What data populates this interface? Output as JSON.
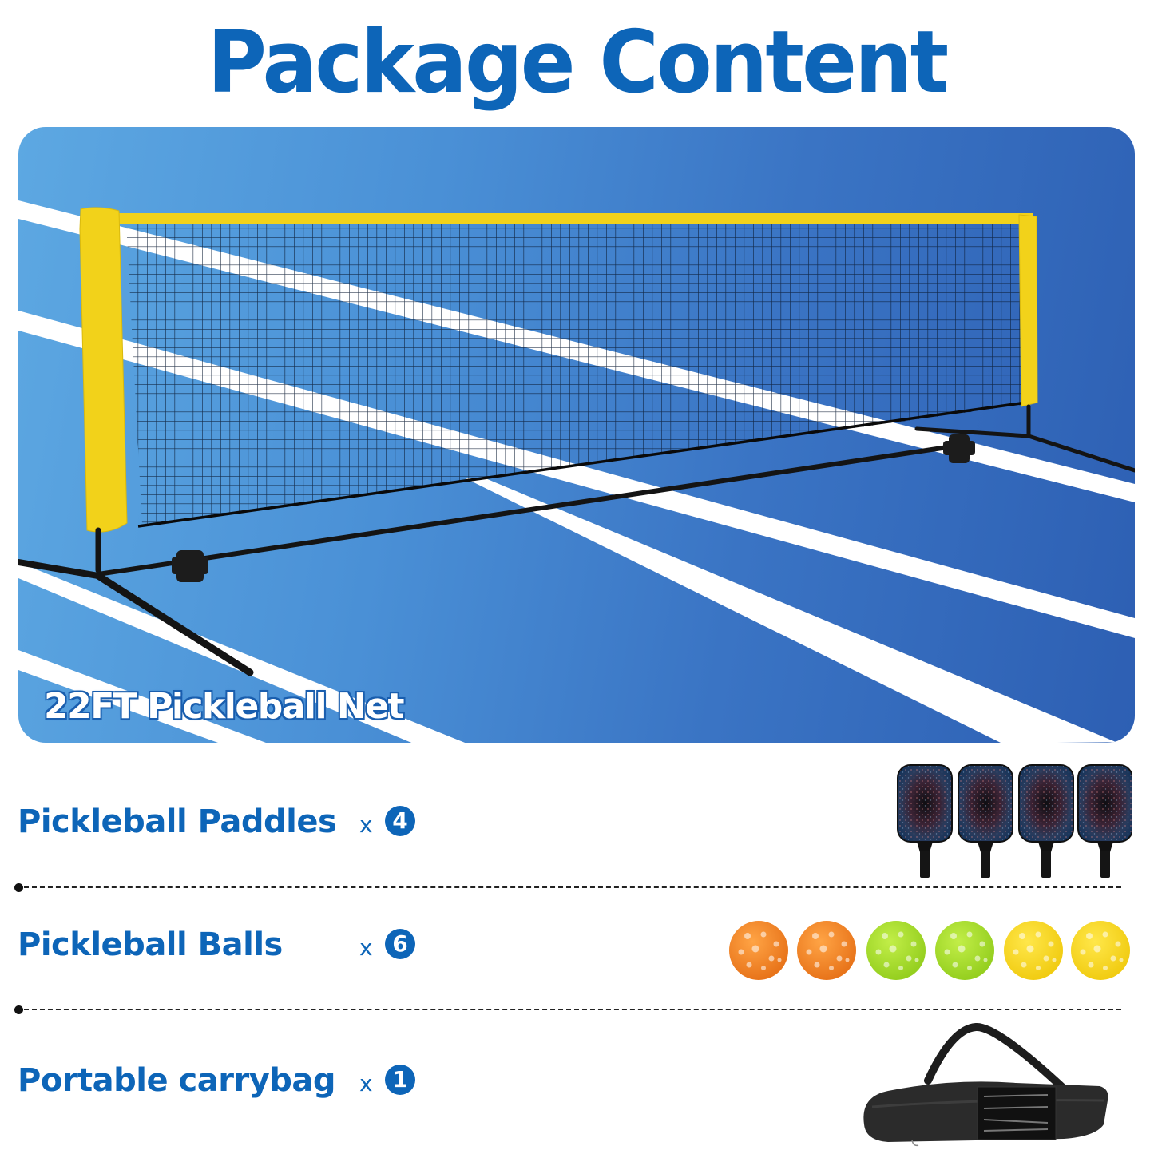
{
  "header": {
    "title": "Package Content"
  },
  "hero": {
    "caption": "22FT Pickleball Net",
    "colors": {
      "court_light": "#5da8e2",
      "court_dark": "#2d5fb3",
      "net_frame": "#f2d21a",
      "court_lines": "#ffffff",
      "poles": "#1a1a1a"
    }
  },
  "items": [
    {
      "label": "Pickleball Paddles",
      "multiplier": "x",
      "quantity": "4",
      "image_icon": "paddle-icon",
      "count_shown": 4
    },
    {
      "label": "Pickleball Balls",
      "multiplier": "x",
      "quantity": "6",
      "image_icon": "ball-icon",
      "ball_colors": [
        "#f28a22",
        "#f28a22",
        "#a6dc2a",
        "#a6dc2a",
        "#f7d81e",
        "#f7d81e"
      ]
    },
    {
      "label": "Portable carrybag",
      "multiplier": "x",
      "quantity": "1",
      "image_icon": "carry-bag-icon"
    }
  ],
  "theme": {
    "accent": "#0d65b8",
    "divider": "#222222"
  }
}
